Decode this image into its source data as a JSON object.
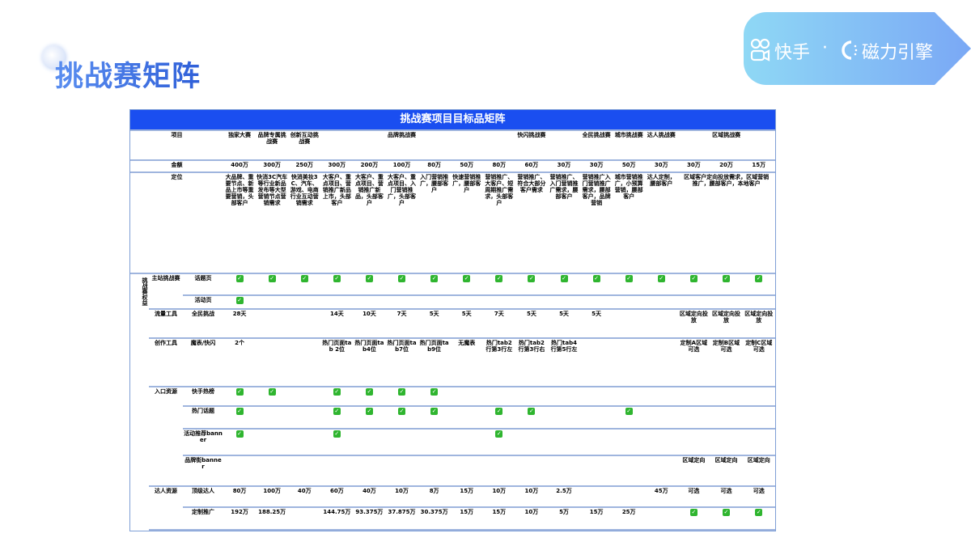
{
  "slide": {
    "title": "挑战赛矩阵"
  },
  "logo": {
    "brand1": "快手",
    "separator": "·",
    "brand2": "磁力引擎",
    "gradient_start": "#8fd8f5",
    "gradient_end": "#7aa8f5"
  },
  "matrix": {
    "title": "挑战赛项目目标品矩阵",
    "title_bg": "#1a4ef0",
    "check_color": "#2fb52f",
    "header_label": "项目",
    "header_groups": [
      {
        "label": "独家大赛",
        "span": 1
      },
      {
        "label": "品牌专属挑战赛",
        "span": 1
      },
      {
        "label": "创新互动挑战赛",
        "span": 1
      },
      {
        "label": "品牌挑战赛",
        "span": 5
      },
      {
        "label": "快闪挑战赛",
        "span": 3
      },
      {
        "label": "全民挑战赛",
        "span": 1
      },
      {
        "label": "城市挑战赛",
        "span": 1
      },
      {
        "label": "达人挑战赛",
        "span": 1
      },
      {
        "label": "区域挑战赛",
        "span": 3
      }
    ],
    "price_label": "金额",
    "prices": [
      "400万",
      "300万",
      "250万",
      "300万",
      "200万",
      "100万",
      "80万",
      "50万",
      "80万",
      "60万",
      "30万",
      "30万",
      "50万",
      "30万",
      "30万",
      "20万",
      "15万"
    ],
    "position_label": "定位",
    "positions": [
      {
        "text": "大品牌、重要节点、新品上市等重要营销，头部客户",
        "span": 1
      },
      {
        "text": "快消3C汽车等行业新品发布等大型营销节点营销需求",
        "span": 1
      },
      {
        "text": "快消美妆3C、汽车、游戏、电商行业互动营销需求",
        "span": 1
      },
      {
        "text": "大客户、重点项目、营销推广新品上市，头部客户",
        "span": 1
      },
      {
        "text": "大客户、重点项目、营销推广新品，头部客户",
        "span": 1
      },
      {
        "text": "大客户、重点项目、入门营销推广，头部客户",
        "span": 1
      },
      {
        "text": "入门营销推广，腰部客户",
        "span": 1
      },
      {
        "text": "快速营销推广，腰部客户",
        "span": 1
      },
      {
        "text": "营销推广、大客户、短周期推广需求，头部客户",
        "span": 1
      },
      {
        "text": "营销推广、符合大部分客户需求",
        "span": 1
      },
      {
        "text": "营销推广、入门营销推广需求，腰部客户",
        "span": 1
      },
      {
        "text": "营销推广入门营销推广需求，腰部客户，品牌营销",
        "span": 1
      },
      {
        "text": "城市营销推广，小预算营销，腰部客户",
        "span": 1
      },
      {
        "text": "达人定制，腰部客户",
        "span": 1
      },
      {
        "text": "区域客户定向投放需求，区域营销推广，腰部客户，本地客户",
        "span": 3
      }
    ],
    "section_label": "挑战赛权益",
    "rows": [
      {
        "group": "主站挑战赛",
        "group_span": 2,
        "label": "话题页",
        "cells": [
          true,
          true,
          true,
          true,
          true,
          true,
          true,
          true,
          true,
          true,
          true,
          true,
          true,
          true,
          true,
          true,
          true
        ]
      },
      {
        "group": null,
        "label": "活动页",
        "cells": [
          true,
          "",
          "",
          "",
          "",
          "",
          "",
          "",
          "",
          "",
          "",
          "",
          "",
          "",
          "",
          "",
          ""
        ]
      },
      {
        "group": "流量工具",
        "group_span": 1,
        "label": "全民挑战",
        "cells": [
          "28天",
          "",
          "",
          "14天",
          "10天",
          "7天",
          "5天",
          "5天",
          "7天",
          "5天",
          "5天",
          "5天",
          "",
          "",
          "区域定向投放",
          "区域定向投放",
          "区域定向投放"
        ]
      },
      {
        "group": "创作工具",
        "group_span": 1,
        "label": "魔表/快闪",
        "cells": [
          "2个",
          "",
          "",
          "热门页面tab 2位",
          "热门页面tab4位",
          "热门页面tab7位",
          "热门页面tab9位",
          "无魔表",
          "热门tab2行第3行左",
          "热门tab2行第3行右",
          "热门tab4行第5行左",
          "",
          "",
          "",
          "定制A区域可选",
          "定制B区域可选",
          "定制C区域可选"
        ]
      },
      {
        "group": "入口资源",
        "group_span": 4,
        "label": "快手热榜",
        "cells": [
          true,
          true,
          "",
          true,
          true,
          true,
          true,
          "",
          "",
          "",
          "",
          "",
          "",
          "",
          "",
          "",
          ""
        ]
      },
      {
        "group": null,
        "label": "热门话题",
        "cells": [
          true,
          "",
          "",
          true,
          true,
          true,
          true,
          "",
          true,
          true,
          "",
          "",
          true,
          "",
          "",
          "",
          ""
        ]
      },
      {
        "group": null,
        "label": "活动推荐banner",
        "cells": [
          true,
          "",
          "",
          true,
          "",
          "",
          "",
          "",
          true,
          "",
          "",
          "",
          "",
          "",
          "",
          "",
          ""
        ]
      },
      {
        "group": null,
        "label": "品牌街banner",
        "cells": [
          "",
          "",
          "",
          "",
          "",
          "",
          "",
          "",
          "",
          "",
          "",
          "",
          "",
          "",
          "区域定向",
          "区域定向",
          "区域定向"
        ]
      },
      {
        "group": "达人资源",
        "group_span": 2,
        "label": "顶级达人",
        "cells": [
          "80万",
          "100万",
          "40万",
          "60万",
          "40万",
          "10万",
          "8万",
          "15万",
          "10万",
          "10万",
          "2.5万",
          "",
          "",
          "45万",
          "可选",
          "可选",
          "可选"
        ]
      },
      {
        "group": null,
        "label": "定制推广",
        "cells": [
          "192万",
          "188.25万",
          "",
          "144.75万",
          "93.375万",
          "37.875万",
          "30.375万",
          "15万",
          "15万",
          "10万",
          "5万",
          "15万",
          "25万",
          "",
          true,
          true,
          true
        ]
      }
    ]
  }
}
